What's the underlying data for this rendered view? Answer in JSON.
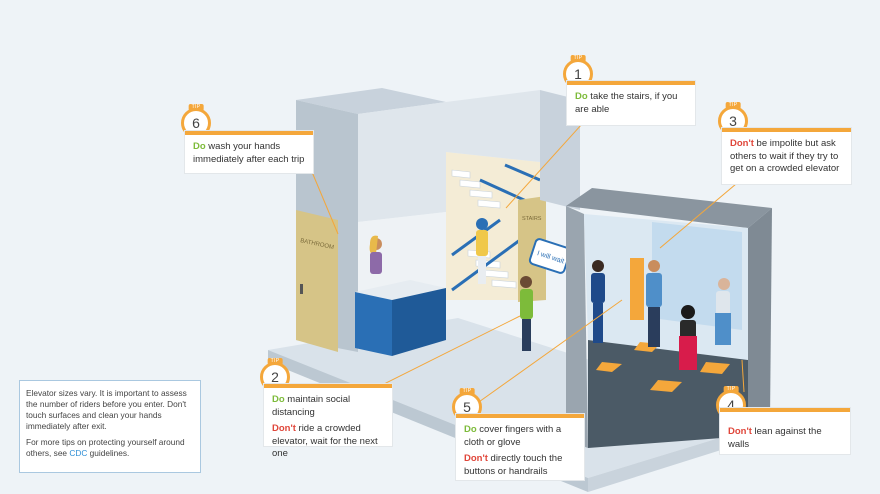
{
  "tips": [
    {
      "id": "tip-1",
      "badge": {
        "label": "TIP",
        "number": "1"
      },
      "lines": [
        {
          "kind": "do",
          "keyword": "Do",
          "text": " take the stairs, if you are able"
        }
      ]
    },
    {
      "id": "tip-2",
      "badge": {
        "label": "TIP",
        "number": "2"
      },
      "lines": [
        {
          "kind": "do",
          "keyword": "Do",
          "text": " maintain social distancing"
        },
        {
          "kind": "dont",
          "keyword": "Don't",
          "text": " ride a crowded elevator, wait for the next one"
        }
      ]
    },
    {
      "id": "tip-3",
      "badge": {
        "label": "TIP",
        "number": "3"
      },
      "lines": [
        {
          "kind": "dont",
          "keyword": "Don't",
          "text": " be impolite but ask others to wait if they try to get on a crowded elevator"
        }
      ]
    },
    {
      "id": "tip-4",
      "badge": {
        "label": "TIP",
        "number": "4"
      },
      "lines": [
        {
          "kind": "dont",
          "keyword": "Don't",
          "text": " lean against the walls"
        }
      ]
    },
    {
      "id": "tip-5",
      "badge": {
        "label": "TIP",
        "number": "5"
      },
      "lines": [
        {
          "kind": "do",
          "keyword": "Do",
          "text": " cover fingers with a cloth or glove"
        },
        {
          "kind": "dont",
          "keyword": "Don't",
          "text": " directly touch the buttons or handrails"
        }
      ]
    },
    {
      "id": "tip-6",
      "badge": {
        "label": "TIP",
        "number": "6"
      },
      "lines": [
        {
          "kind": "do",
          "keyword": "Do",
          "text": " wash your hands immediately after each trip"
        }
      ]
    }
  ],
  "signs": {
    "bathroom": "BATHROOM",
    "stairs": "STAIRS",
    "speech": "I will wait"
  },
  "info": {
    "paragraph1": "Elevator sizes vary. It is important to assess the number of riders before you enter. Don't touch surfaces and clean your hands immediately after exit.",
    "paragraph2_prefix": "For more tips on protecting yourself around others, see ",
    "paragraph2_link": "CDC",
    "paragraph2_suffix": " guidelines."
  },
  "colors": {
    "accent": "#f4a73b",
    "do": "#7dbb3a",
    "dont": "#e0463a",
    "link": "#2f8fd6",
    "background": "#eef3f7"
  }
}
